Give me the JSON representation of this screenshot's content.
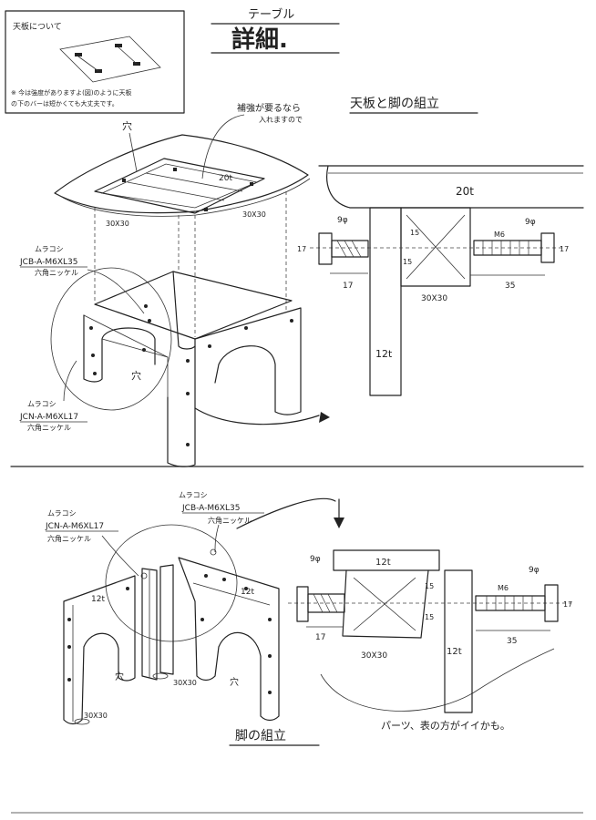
{
  "title": {
    "kana": "テーブル",
    "main": "詳細."
  },
  "inset": {
    "heading": "天板について",
    "note_line1": "※ 今は強度がありますよ(図)のように天板",
    "note_line2": "の下のバーは短かくても大丈夫です。"
  },
  "top_section": {
    "hole_label": "穴",
    "reinforce_label": "補強が要るなら",
    "reinforce_sub": "入れますので",
    "board_thickness_top": "20t",
    "frame_left": "30X30",
    "frame_right": "30X30",
    "bolt_label1": "ムラコシ",
    "bolt_code1": "JCB-A-M6XL35",
    "bolt_finish1": "六角ニッケル",
    "bolt_label2": "ムラコシ",
    "bolt_code2": "JCN-A-M6XL17",
    "bolt_finish2": "六角ニッケル",
    "hole_label2": "穴"
  },
  "top_detail": {
    "heading": "天板と脚の組立",
    "board": "20t",
    "nut_dia": "9φ",
    "bolt_dia": "9φ",
    "nut_len": "17",
    "bolt_thread": "M6",
    "bolt_len": "35",
    "height_left": "17",
    "height_right": "17",
    "block_h": "15",
    "block_v": "15",
    "block": "30X30",
    "leg": "12t"
  },
  "bottom_section": {
    "bolt_label_a": "ムラコシ",
    "bolt_code_a": "JCB-A-M6XL35",
    "bolt_finish_a": "六角ニッケル",
    "bolt_label_b": "ムラコシ",
    "bolt_code_b": "JCN-A-M6XL17",
    "bolt_finish_b": "六角ニッケル",
    "leg_left": "12t",
    "leg_right": "12t",
    "hole_a": "穴",
    "hole_b": "穴",
    "frame_a": "30X30",
    "frame_b": "30X30",
    "caption": "脚の組立",
    "note": "パーツ、表の方がイイかも。"
  },
  "bottom_detail": {
    "nut_dia": "9φ",
    "bolt_dia": "9φ",
    "board": "12t",
    "nut_len": "17",
    "bolt_thread": "M6",
    "bolt_len": "35",
    "h_left": "15",
    "h_right": "15",
    "height": "17",
    "block": "30X30",
    "leg": "12t"
  }
}
